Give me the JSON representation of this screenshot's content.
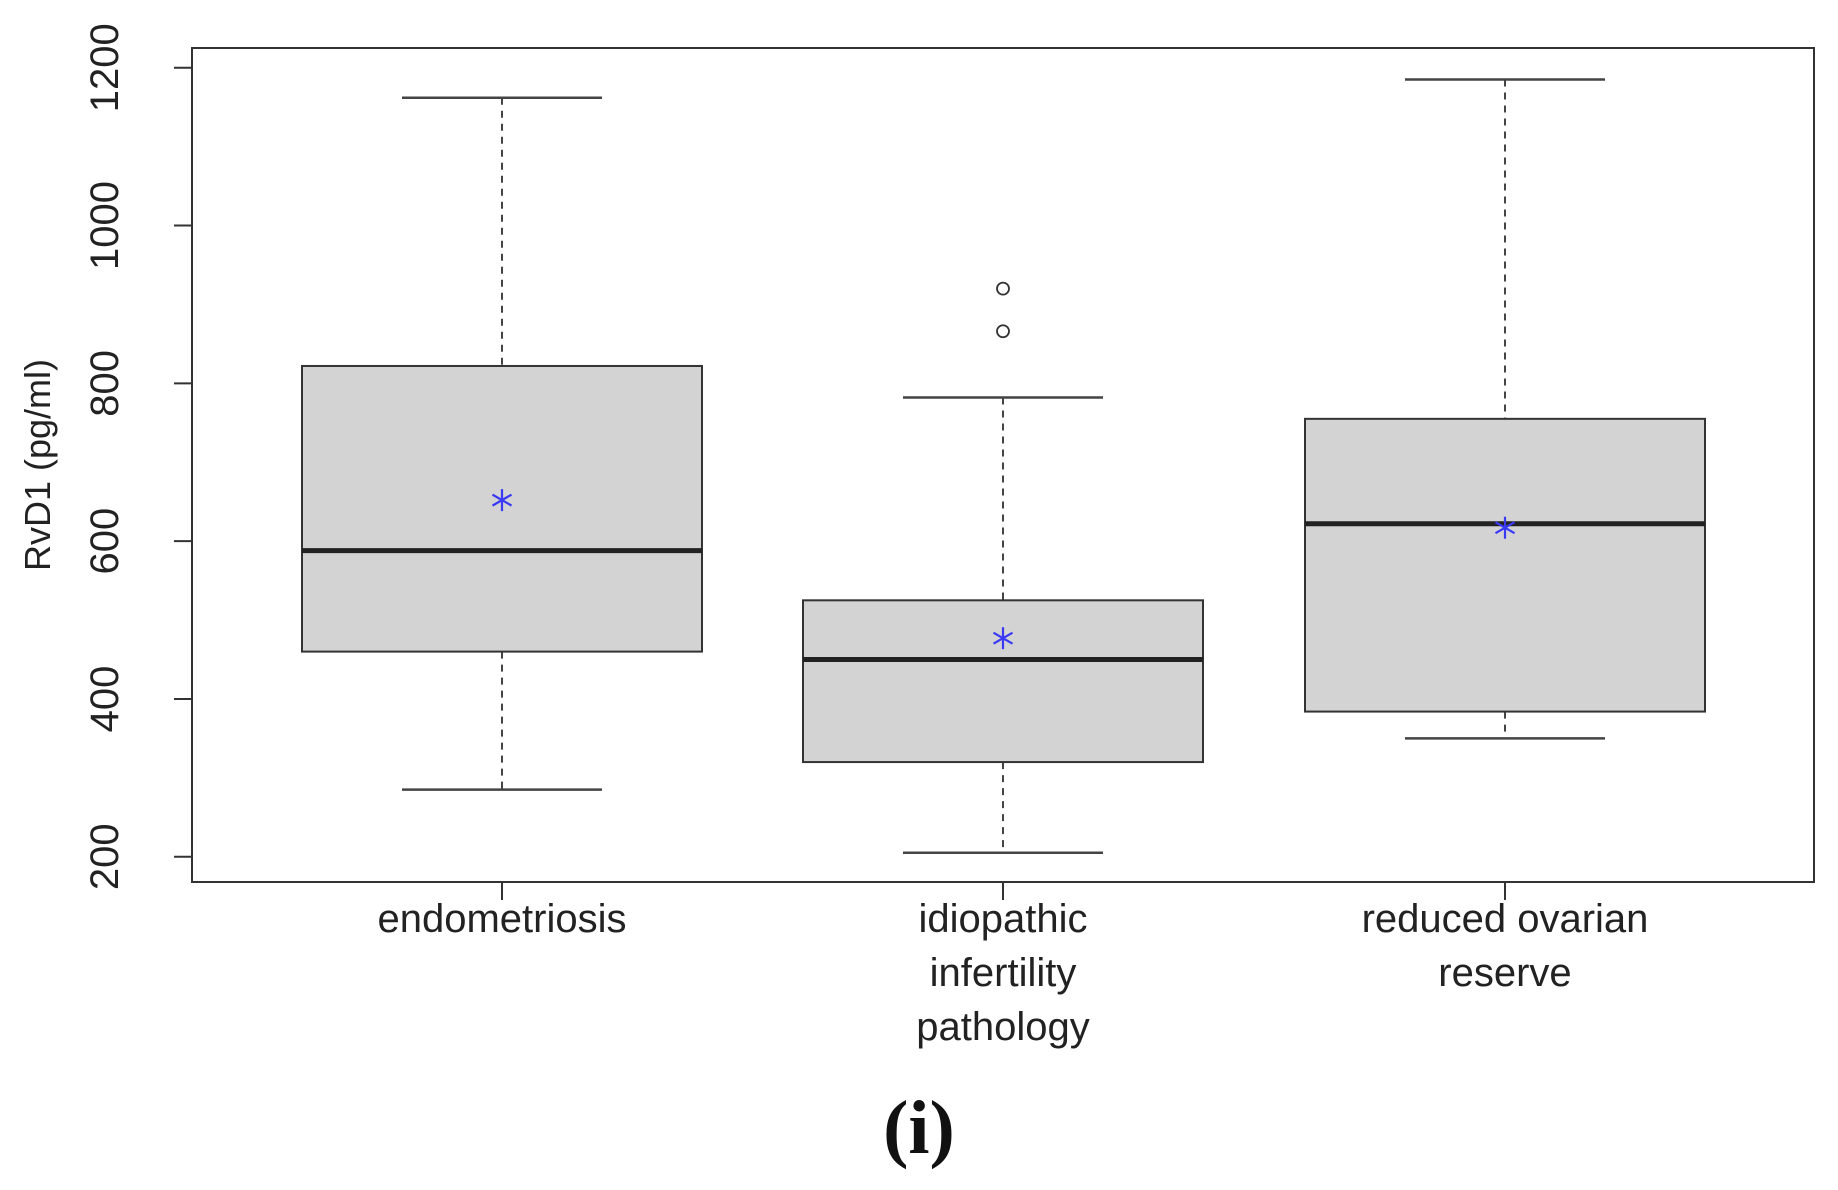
{
  "chart_data": {
    "type": "boxplot",
    "ylabel": "RvD1 (pg/ml)",
    "xlabel": "",
    "ylim": [
      168,
      1225
    ],
    "yticks": [
      200,
      400,
      600,
      800,
      1000,
      1200
    ],
    "categories": [
      {
        "lines": [
          "endometriosis"
        ]
      },
      {
        "lines": [
          "idiopathic",
          "infertility",
          "pathology"
        ]
      },
      {
        "lines": [
          "reduced ovarian",
          "reserve"
        ]
      }
    ],
    "boxes": [
      {
        "whisker_low": 285,
        "q1": 460,
        "median": 588,
        "q3": 822,
        "whisker_high": 1162,
        "mean": 652,
        "outliers": []
      },
      {
        "whisker_low": 205,
        "q1": 320,
        "median": 450,
        "q3": 525,
        "whisker_high": 782,
        "mean": 477,
        "outliers": [
          866,
          920
        ]
      },
      {
        "whisker_low": 350,
        "q1": 384,
        "median": 622,
        "q3": 755,
        "whisker_high": 1185,
        "mean": 617,
        "outliers": []
      }
    ],
    "colors": {
      "box_fill": "#d3d3d3",
      "line": "#222222",
      "mean_marker": "#3a3af5"
    },
    "legend": "none",
    "grid": false
  },
  "panel_label": "(i)"
}
